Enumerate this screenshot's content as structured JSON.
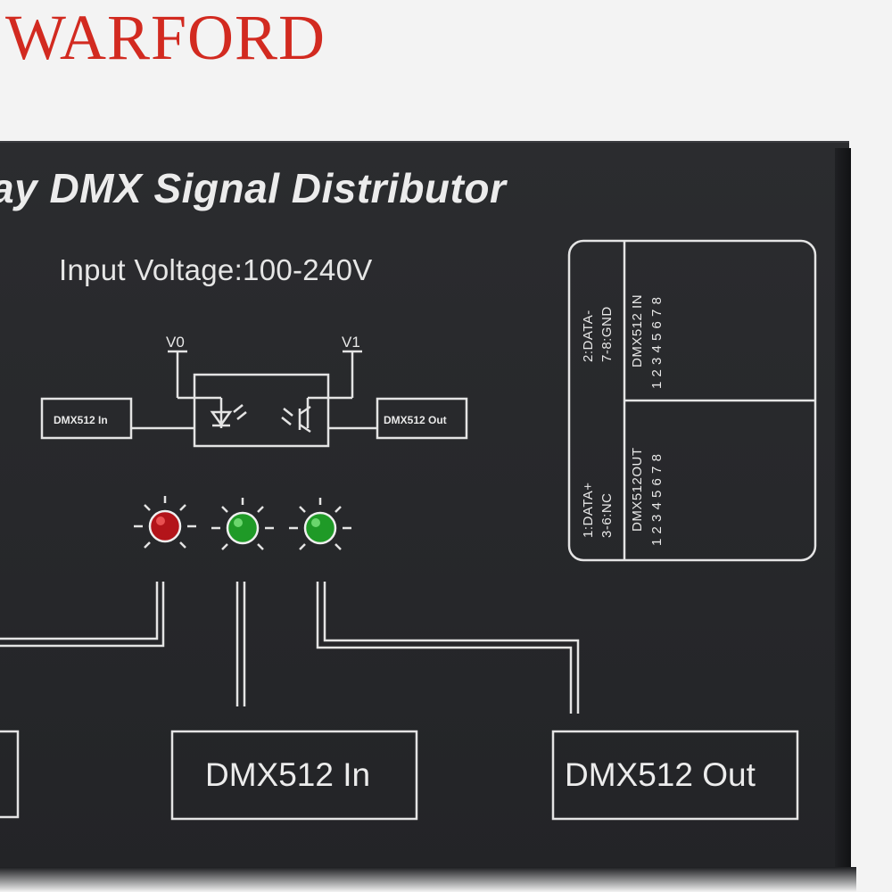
{
  "watermark": "WARFORD",
  "device": {
    "title": "ay DMX Signal Distributor",
    "input_voltage": "Input Voltage:100-240V",
    "schematic": {
      "v0": "V0",
      "v1": "V1",
      "input_box": "DMX512 In",
      "output_box": "DMX512 Out"
    },
    "indicators": [
      {
        "color": "red"
      },
      {
        "color": "green"
      },
      {
        "color": "green"
      }
    ],
    "port_labels": {
      "in": "DMX512 In",
      "out": "DMX512 Out"
    },
    "pinout": {
      "top_left_line1": "2:DATA-",
      "top_left_line2": "7-8:GND",
      "top_right_line1": "DMX512 IN",
      "top_right_line2": "1 2 3 4 5 6 7 8",
      "bottom_left_line1": "1:DATA+",
      "bottom_left_line2": "3-6:NC",
      "bottom_right_line1": "DMX512OUT",
      "bottom_right_line2": "1 2 3 4 5 6 7 8"
    }
  }
}
